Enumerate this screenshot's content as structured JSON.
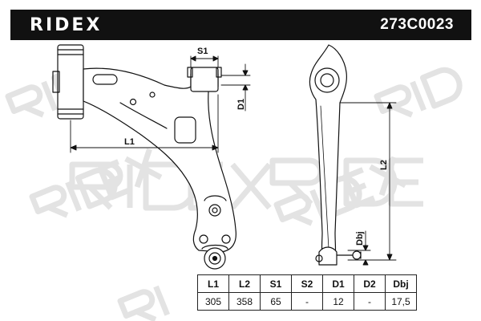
{
  "header": {
    "brand": "RIDEX",
    "part_number": "273C0023"
  },
  "dimension_labels": {
    "L1": "L1",
    "L2": "L2",
    "S1": "S1",
    "D1": "D1",
    "Dbj": "Dbj"
  },
  "spec_table": {
    "headers": [
      "L1",
      "L2",
      "S1",
      "S2",
      "D1",
      "D2",
      "Dbj"
    ],
    "values": [
      "305",
      "358",
      "65",
      "-",
      "12",
      "-",
      "17,5"
    ]
  },
  "watermark_text": "RIDEX",
  "colors": {
    "header_bg": "#111111",
    "header_text": "#ffffff",
    "line": "#111111",
    "watermark": "#d0d0d0"
  }
}
